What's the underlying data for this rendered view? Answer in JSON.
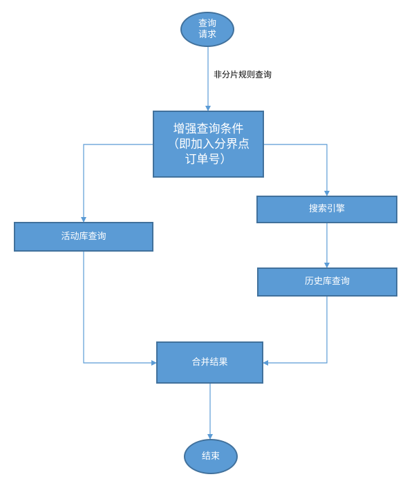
{
  "colors": {
    "node_fill": "#5b9bd5",
    "node_border": "#41719c",
    "connector": "#5b9bd5",
    "node_text": "#ffffff"
  },
  "nodes": {
    "start": {
      "line1": "查询",
      "line2": "请求"
    },
    "enhance": {
      "line1": "增强查询条件",
      "line2": "（即加入分界点",
      "line3": "订单号）"
    },
    "active_db": {
      "label": "活动库查询"
    },
    "search_engine": {
      "label": "搜索引擎"
    },
    "history_db": {
      "label": "历史库查询"
    },
    "merge": {
      "label": "合并结果"
    },
    "end": {
      "label": "结束"
    }
  },
  "edges": {
    "start_to_enhance_label": "非分片规则查询"
  }
}
